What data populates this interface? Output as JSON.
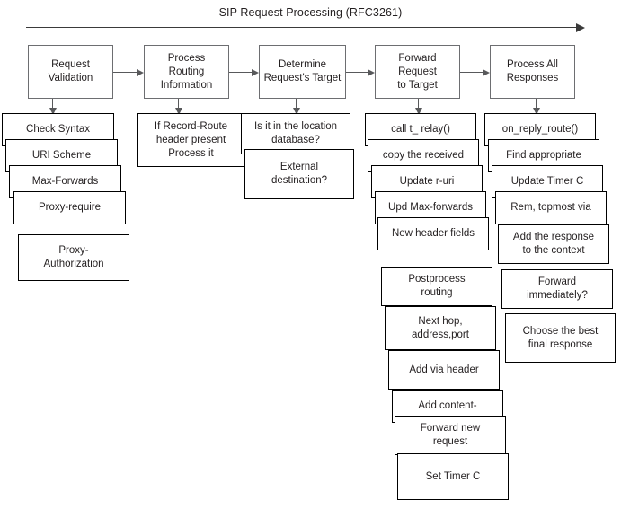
{
  "diagram": {
    "title": "SIP Request Processing (RFC3261)",
    "flow_arrow_label": "left-to-right-progression-arrow",
    "stages": [
      {
        "id": "request-validation",
        "label": "Request\nValidation"
      },
      {
        "id": "process-routing",
        "label": "Process\nRouting\nInformation"
      },
      {
        "id": "determine-target",
        "label": "Determine\nRequest's Target"
      },
      {
        "id": "forward-request",
        "label": "Forward Request\nto Target"
      },
      {
        "id": "process-responses",
        "label": "Process All\nResponses"
      }
    ],
    "columns": [
      {
        "id": "column-request-validation",
        "steps": [
          "Check Syntax",
          "URI Scheme",
          "Max-Forwards",
          "Proxy-require",
          "Proxy-\nAuthorization"
        ]
      },
      {
        "id": "column-process-routing",
        "steps": [
          "If Record-Route\nheader present\nProcess it"
        ]
      },
      {
        "id": "column-determine-target",
        "steps": [
          "Is it in the location\ndatabase?",
          "External\ndestination?"
        ]
      },
      {
        "id": "column-forward-request",
        "steps": [
          "call t_ relay()",
          "copy the received",
          "Update r-uri",
          "Upd Max-forwards",
          "New header fields",
          "Postprocess\nrouting",
          "Next hop,\naddress,port",
          "Add via header",
          "Add content-",
          "Forward new\nrequest",
          "Set Timer C"
        ]
      },
      {
        "id": "column-process-responses",
        "steps": [
          "on_reply_route()",
          "Find appropriate",
          "Update Timer C",
          "Rem, topmost via",
          "Add the response\nto the context",
          "Forward\nimmediately?",
          "Choose the best\nfinal response"
        ]
      }
    ],
    "colors": {
      "stage_border": "#6d6e71",
      "sub_border": "#000000",
      "arrow": "#58595b",
      "text": "#231f20",
      "background": "#ffffff"
    }
  }
}
